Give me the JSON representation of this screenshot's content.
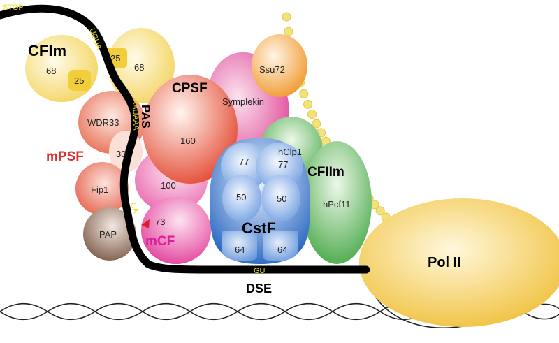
{
  "diagram": {
    "labels": {
      "stop": "STOP",
      "cfim": "CFIm",
      "ugua": "UGUA",
      "cfim_68_left": "68",
      "cfim_25_top": "25",
      "cfim_25_bottom": "25",
      "cfim_68_right": "68",
      "cpsf": "CPSF",
      "symplekin": "Symplekin",
      "ssu72": "Ssu72",
      "pas": "PAS",
      "auaaa": "AAUAAA",
      "wdr33": "WDR33",
      "cpsf_160": "160",
      "cpsf_30": "30",
      "mpsf": "mPSF",
      "hclp1": "hClp1",
      "cfiim": "CFIIm",
      "hpcf11": "hPcf11",
      "cstf_77_left": "77",
      "cstf_77_right": "77",
      "cstf_50_left": "50",
      "cstf_50_right": "50",
      "cstf": "CstF",
      "cstf_64_left": "64",
      "cstf_64_right": "64",
      "fip1": "Fip1",
      "cpsf_100": "100",
      "ca": "CA",
      "cpsf_73": "73",
      "mcf": "mCF",
      "pap": "PAP",
      "gu": "GU",
      "dse": "DSE",
      "pol2": "Pol II"
    },
    "colors": {
      "cfim": "#f4d45c",
      "cpsf": "#e8503a",
      "symplekin": "#e04a98",
      "ssu72": "#f2a23c",
      "wdr33": "#ea7a5e",
      "fip1": "#e8705a",
      "pap": "#8a6a56",
      "mcf": "#e64aa2",
      "cstf": "#2a6ec8",
      "cfiim": "#4aa84a",
      "pol2": "#f0c43a",
      "mpsf_text": "#d83030",
      "mcf_text": "#d8209a",
      "rna": "#000000",
      "seq_text": "#e8e01a"
    }
  }
}
